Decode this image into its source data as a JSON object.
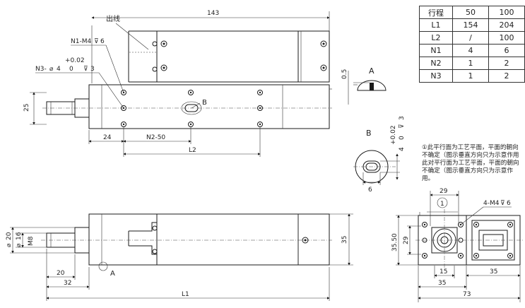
{
  "table": {
    "header": [
      "行程",
      "50",
      "100"
    ],
    "rows": [
      [
        "L1",
        "154",
        "204"
      ],
      [
        "L2",
        "/",
        "100"
      ],
      [
        "N1",
        "4",
        "6"
      ],
      [
        "N2",
        "1",
        "2"
      ],
      [
        "N3",
        "1",
        "2"
      ]
    ]
  },
  "note": "①此平行面为工艺平面，平面的朝向不确定（图示垂直方向只为示意作用此对平行面为工艺平面，平面的朝向不确定（图示垂直方向只为示意作用。",
  "top_view": {
    "cable_label": "出线",
    "length_143": "143",
    "thread_n1": "N1-M4",
    "depth_6": "6",
    "tol_upper": "+0.02",
    "tol_lower": "0",
    "hole_n3": "N3-",
    "dia_4": "4",
    "depth_3": "3",
    "height_25": "25",
    "dim_24": "24",
    "dim_n2_50": "N2-50",
    "dim_l2": "L2",
    "label_b": "B"
  },
  "detail_a": {
    "label": "A",
    "dim_0_5": "0.5"
  },
  "detail_b": {
    "label": "B",
    "tol_upper": "+0.02",
    "dim_4": "4",
    "tol_lower": "0",
    "depth_3": "3",
    "dim_6": "6"
  },
  "side_view": {
    "dia_20": "20",
    "dia_16": "16",
    "thread_m8": "M8",
    "dim_35": "35",
    "dim_20": "20",
    "dim_32": "32",
    "dim_l1": "L1",
    "label_a": "A"
  },
  "end_view": {
    "dim_29_top": "29",
    "circle_1": "1",
    "thread_4_m4": "4-M4",
    "depth_6": "6",
    "dim_35_50": "35.50",
    "dim_29_side": "29",
    "dim_15": "15",
    "dim_35_a": "35",
    "dim_35_b": "35",
    "dim_73": "73"
  }
}
